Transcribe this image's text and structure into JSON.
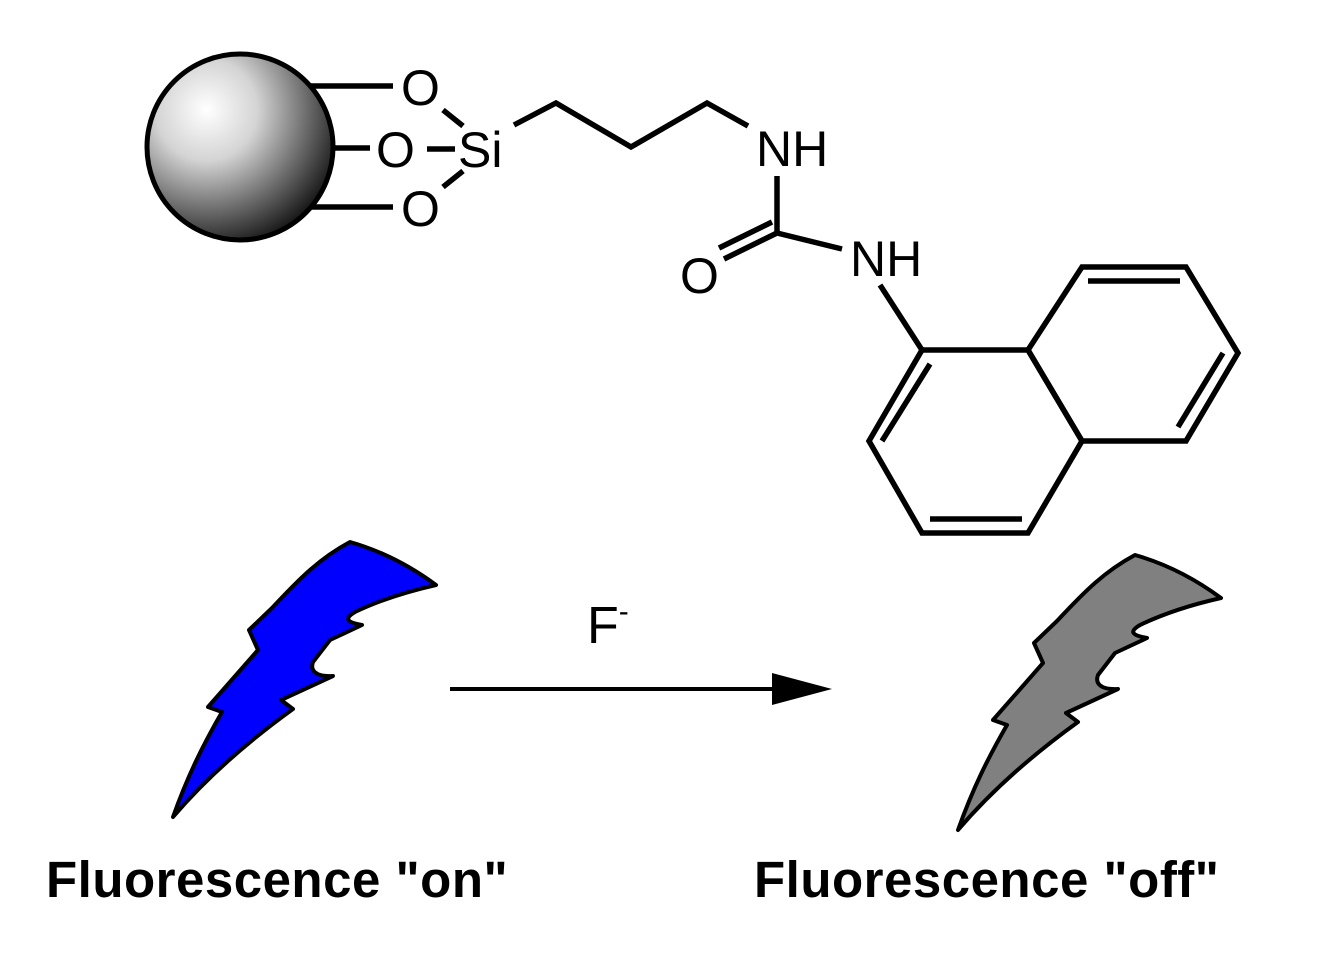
{
  "molecule": {
    "atoms": {
      "o_top": "O",
      "o_mid": "O",
      "o_bottom": "O",
      "si": "Si",
      "nh_upper": "NH",
      "nh_lower": "NH",
      "o_carbonyl": "O"
    }
  },
  "reaction": {
    "reagent": "F",
    "reagent_charge": "-"
  },
  "states": {
    "before": {
      "label": "Fluorescence \"on\"",
      "color": "#0000ff"
    },
    "after": {
      "label": "Fluorescence \"off\"",
      "color": "#808080"
    }
  },
  "colors": {
    "outline": "#000000",
    "bead_highlight": "#ffffff",
    "bead_shadow": "#111111"
  }
}
